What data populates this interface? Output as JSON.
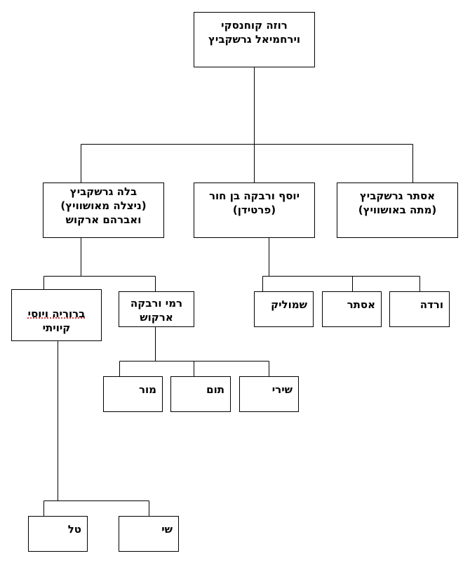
{
  "tree": {
    "root": {
      "lines": [
        "רוזה קוחנסקי",
        "וירחמיאל גרשקביץ"
      ]
    },
    "bela": {
      "lines": [
        "בלה גרשקביץ",
        "(ניצלה מאושוויץ)",
        "ואברהם ארקוש"
      ]
    },
    "yosef": {
      "lines": [
        "יוסף ורבקה בן חור",
        "(פרטידן)"
      ]
    },
    "ester_g": {
      "lines": [
        "אסתר גרשקביץ",
        "(מתה באושוויץ)"
      ]
    },
    "bruria": {
      "lines": [
        "ברוריה ויוסי",
        "קיויתי"
      ]
    },
    "rami": {
      "lines": [
        "רמי ורבקה",
        "ארקוש"
      ]
    },
    "shmulik": {
      "lines": [
        "שמוליק"
      ]
    },
    "ester": {
      "lines": [
        "אסתר"
      ]
    },
    "varda": {
      "lines": [
        "ורדה"
      ]
    },
    "mor": {
      "lines": [
        "מור"
      ]
    },
    "tom": {
      "lines": [
        "תום"
      ]
    },
    "shiri": {
      "lines": [
        "שירי"
      ]
    },
    "tal": {
      "lines": [
        "טל"
      ]
    },
    "shai": {
      "lines": [
        "שי"
      ]
    }
  }
}
